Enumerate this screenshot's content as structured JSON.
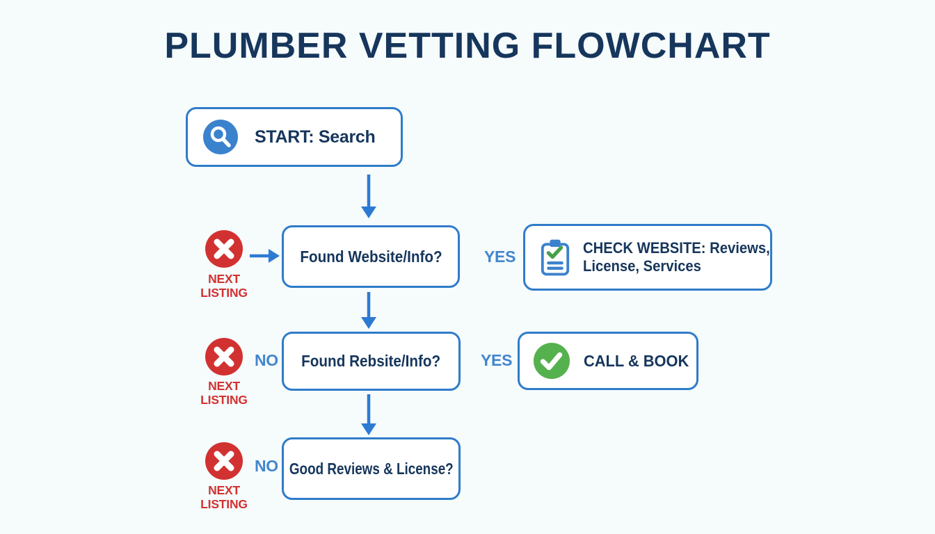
{
  "title": "PLUMBER VETTING FLOWCHART",
  "colors": {
    "background": "#f6fbfc",
    "navy": "#16365c",
    "border_blue": "#2e7cc9",
    "arrow_blue": "#2c7bd2",
    "label_blue": "#4286cd",
    "red": "#d23131",
    "green": "#55b14e"
  },
  "start": {
    "label": "START: Search",
    "icon": "search-icon"
  },
  "rows": [
    {
      "question": "Found Website/Info?",
      "left": {
        "icon": "x-circle-icon",
        "caption": "NEXT LISTING",
        "connector": "arrow-right"
      },
      "yes_label": "YES",
      "result": {
        "icon": "clipboard-check-icon",
        "lines": [
          "CHECK WEBSITE: Reviews,",
          "License, Services"
        ]
      }
    },
    {
      "question": "Found Rebsite/Info?",
      "left": {
        "icon": "x-circle-icon",
        "caption": "NEXT LISTING",
        "no_label": "NO"
      },
      "yes_label": "YES",
      "result": {
        "icon": "check-circle-icon",
        "lines": [
          "CALL & BOOK"
        ]
      }
    },
    {
      "question": "Good Reviews & License?",
      "left": {
        "icon": "x-circle-icon",
        "caption": "NEXT LISTING",
        "no_label": "NO"
      }
    }
  ]
}
